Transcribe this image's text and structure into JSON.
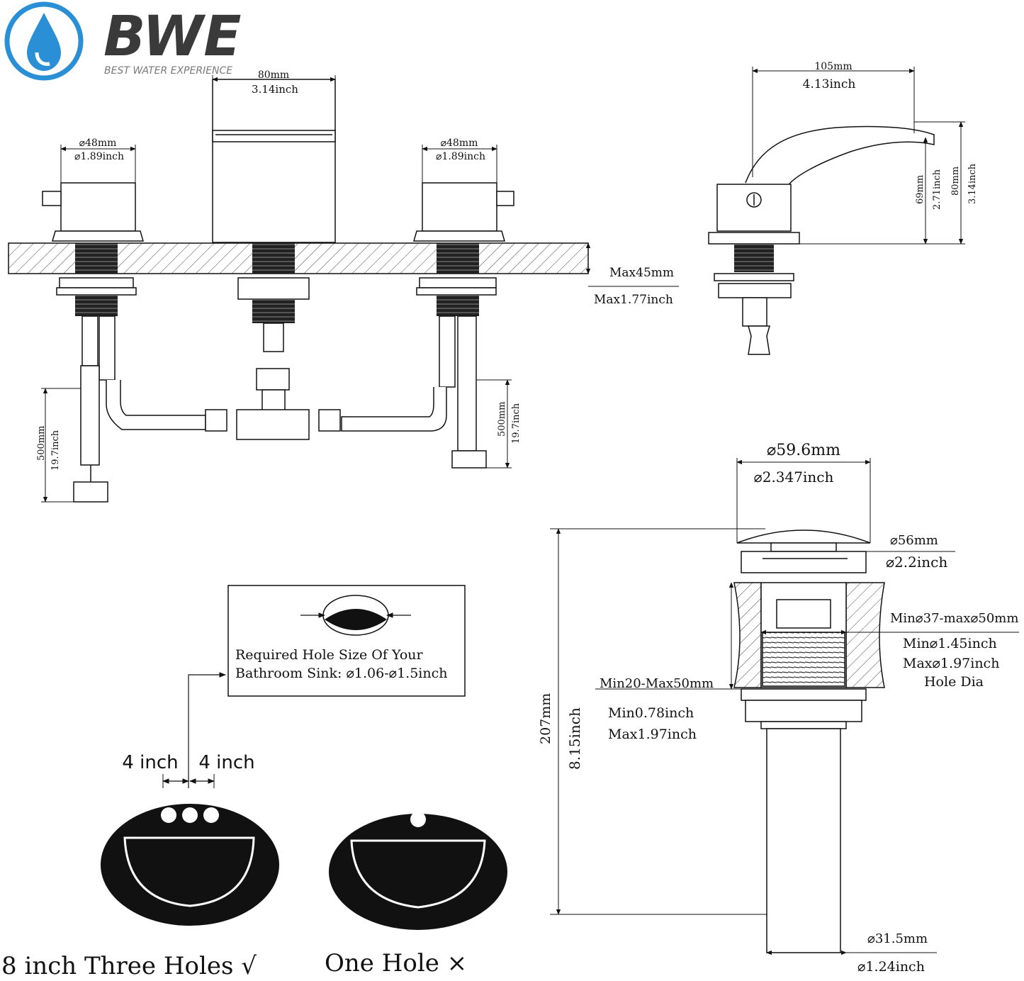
{
  "brand": {
    "name": "BWE",
    "tagline": "BEST WATER EXPERIENCE",
    "accent": "#2a8fd4"
  },
  "front_view": {
    "spout_width_mm": "80mm",
    "spout_width_in": "3.14inch",
    "left_handle_dia_mm": "⌀48mm",
    "left_handle_dia_in": "⌀1.89inch",
    "right_handle_dia_mm": "⌀48mm",
    "right_handle_dia_in": "⌀1.89inch",
    "deck_max_mm": "Max45mm",
    "deck_max_in": "Max1.77inch",
    "left_hose_mm": "500mm",
    "left_hose_in": "19.7inch",
    "right_hose_mm": "500mm",
    "right_hose_in": "19.7inch"
  },
  "side_view": {
    "reach_mm": "105mm",
    "reach_in": "4.13inch",
    "spout_height_mm": "69mm",
    "spout_height_in": "2.71inch",
    "total_height_mm": "80mm",
    "total_height_in": "3.14inch"
  },
  "drain": {
    "cap_dia_mm": "⌀59.6mm",
    "cap_dia_in": "⌀2.347inch",
    "flange_dia_mm": "⌀56mm",
    "flange_dia_in": "⌀2.2inch",
    "hole_range_mm": "Min⌀37-max⌀50mm",
    "hole_min_in": "Min⌀1.45inch",
    "hole_max_in": "Max⌀1.97inch",
    "hole_label": "Hole Dia",
    "thickness_mm": "Min20-Max50mm",
    "thickness_min_in": "Min0.78inch",
    "thickness_max_in": "Max1.97inch",
    "length_mm": "207mm",
    "length_in": "8.15inch",
    "tail_dia_mm": "⌀31.5mm",
    "tail_dia_in": "⌀1.24inch"
  },
  "sink_guide": {
    "note_line1": "Required Hole Size Of Your",
    "note_line2": "Bathroom Sink: ⌀1.06-⌀1.5inch",
    "spacing_left": "4 inch",
    "spacing_right": "4 inch",
    "three_holes_label": "8 inch Three Holes √",
    "one_hole_label": "One Hole ×"
  }
}
